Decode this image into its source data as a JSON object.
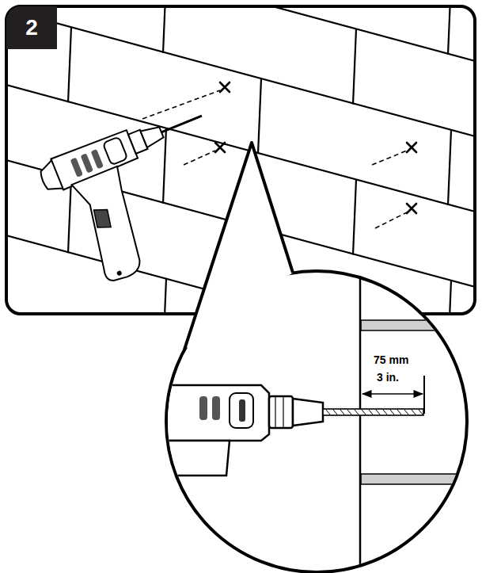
{
  "diagram": {
    "nodes": [
      {
        "text": [
          "2"
        ]
      }
    ],
    "labels": [
      "75 mm",
      "3 in."
    ]
  }
}
